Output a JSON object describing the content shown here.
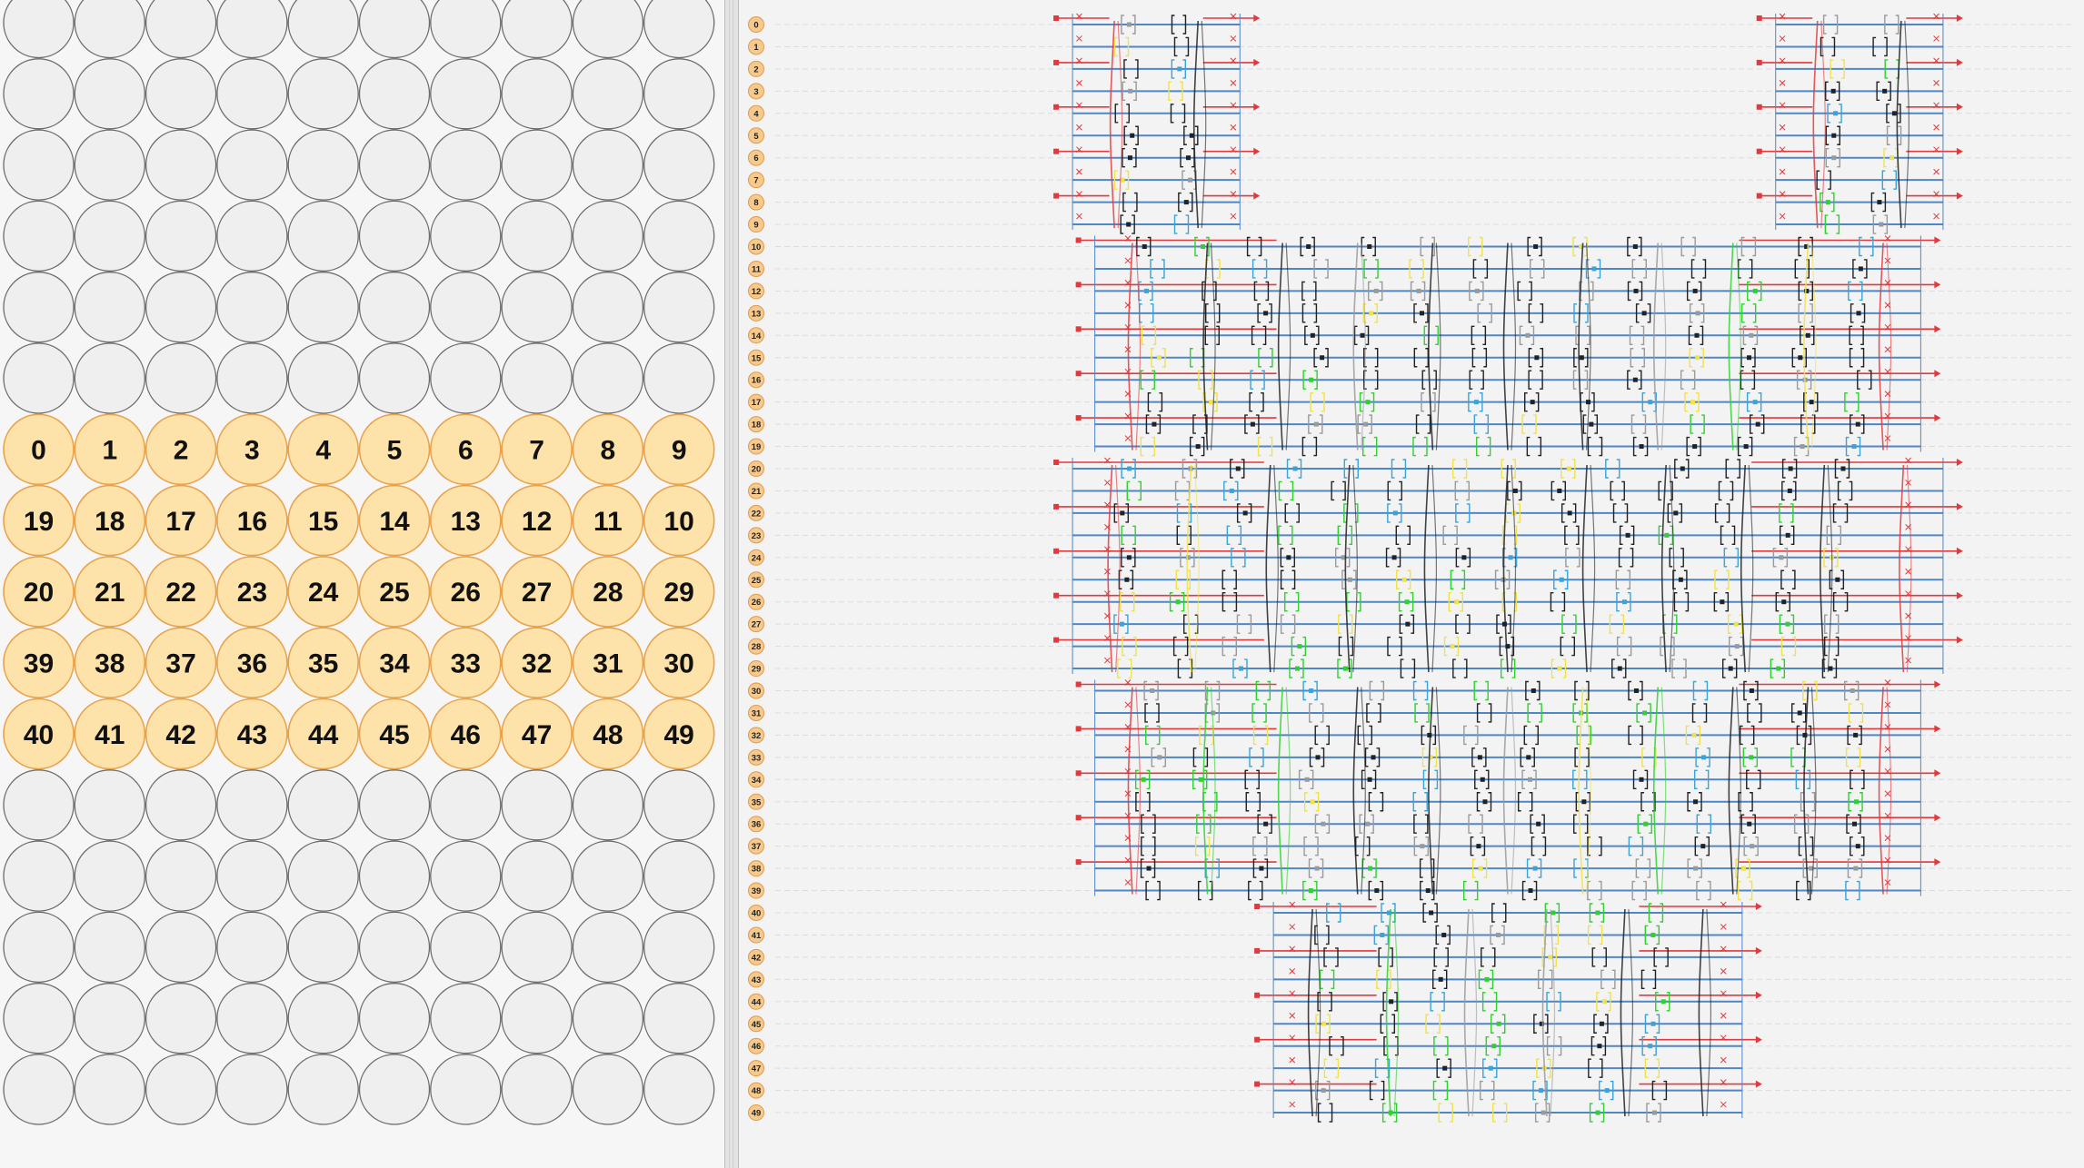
{
  "atom_grid": {
    "columns": 10,
    "rows": 16,
    "active_row_start": 6,
    "active_rows": [
      [
        0,
        1,
        2,
        3,
        4,
        5,
        6,
        7,
        8,
        9
      ],
      [
        19,
        18,
        17,
        16,
        15,
        14,
        13,
        12,
        11,
        10
      ],
      [
        20,
        21,
        22,
        23,
        24,
        25,
        26,
        27,
        28,
        29
      ],
      [
        39,
        38,
        37,
        36,
        35,
        34,
        33,
        32,
        31,
        30
      ],
      [
        40,
        41,
        42,
        43,
        44,
        45,
        46,
        47,
        48,
        49
      ]
    ],
    "colors": {
      "active_fill": "#fde2a9",
      "active_stroke": "#e8a24c",
      "inactive_fill": "#efefef",
      "inactive_stroke": "#6b6b6b",
      "label": "#111111"
    }
  },
  "circuit": {
    "qubit_labels": [
      "0",
      "1",
      "2",
      "3",
      "4",
      "5",
      "6",
      "7",
      "8",
      "9",
      "10",
      "11",
      "12",
      "13",
      "14",
      "15",
      "16",
      "17",
      "18",
      "19",
      "20",
      "21",
      "22",
      "23",
      "24",
      "25",
      "26",
      "27",
      "28",
      "29",
      "30",
      "31",
      "32",
      "33",
      "34",
      "35",
      "36",
      "37",
      "38",
      "39",
      "40",
      "41",
      "42",
      "43",
      "44",
      "45",
      "46",
      "47",
      "48",
      "49"
    ],
    "blocks": [
      {
        "rows": [
          0,
          9
        ],
        "span": [
          0.11,
          0.26
        ]
      },
      {
        "rows": [
          0,
          9
        ],
        "span": [
          0.74,
          0.89
        ]
      },
      {
        "rows": [
          10,
          19
        ],
        "span": [
          0.13,
          0.87
        ]
      },
      {
        "rows": [
          20,
          29
        ],
        "span": [
          0.11,
          0.89
        ]
      },
      {
        "rows": [
          30,
          39
        ],
        "span": [
          0.13,
          0.87
        ]
      },
      {
        "rows": [
          40,
          49
        ],
        "span": [
          0.29,
          0.71
        ]
      }
    ],
    "colors": {
      "label_fill": "#f6c98d",
      "label_stroke": "#e39a4c",
      "wire": "#4f86c6",
      "gate_red": "#e0393e",
      "gate_green": "#2fd12f",
      "gate_yellow": "#f0e24a",
      "gate_black": "#222222",
      "gate_gray": "#9a9a9a",
      "gate_cyan": "#3aa3d8",
      "faint_wire": "#dcdcdc"
    }
  }
}
